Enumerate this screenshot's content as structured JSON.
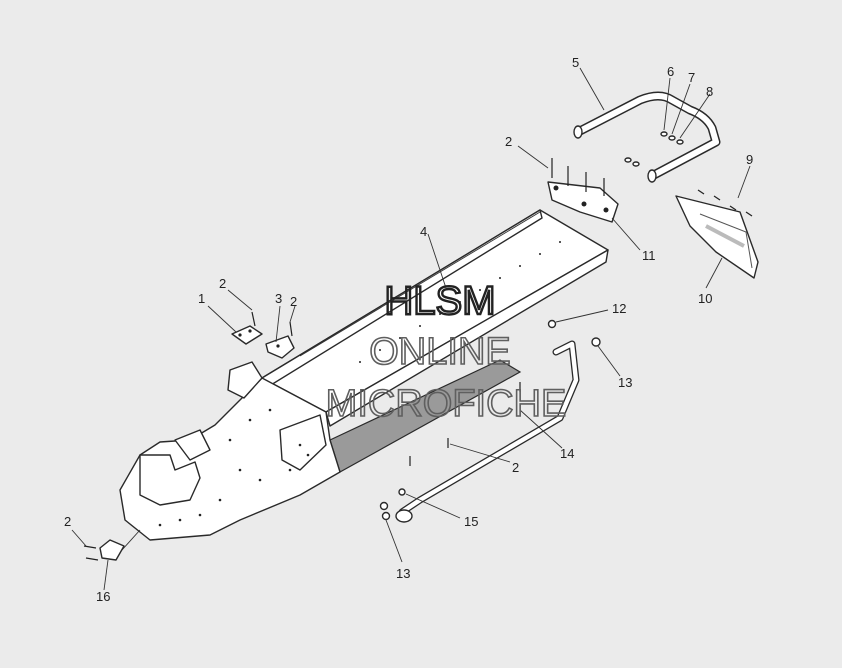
{
  "callouts": {
    "c1": "1",
    "c2a": "2",
    "c2b": "2",
    "c2c": "2",
    "c2d": "2",
    "c2e": "2",
    "c3": "3",
    "c4": "4",
    "c5": "5",
    "c6": "6",
    "c7": "7",
    "c8": "8",
    "c9": "9",
    "c10": "10",
    "c11": "11",
    "c12": "12",
    "c13a": "13",
    "c13b": "13",
    "c14": "14",
    "c15": "15",
    "c16": "16"
  },
  "watermark": {
    "line1": "HLSM",
    "line2": "ONLINE",
    "line3": "MICROFICHE"
  }
}
